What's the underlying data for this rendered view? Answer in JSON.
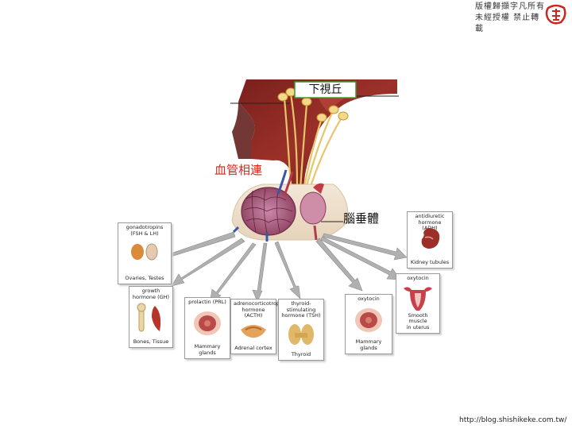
{
  "watermark": {
    "line1": "版權歸擷字凡所有",
    "line2": "未經授權 禁止轉載"
  },
  "labels": {
    "hypothalamus": "下視丘",
    "portal_vessels": "血管相連",
    "pituitary": "腦垂體"
  },
  "cards": {
    "gonadotropin": {
      "title_1": "gonadotropins",
      "title_2": "(FSH & LH)",
      "foot": "Ovaries, Testes"
    },
    "growth": {
      "title_1": "growth",
      "title_2": "hormone (GH)",
      "foot": "Bones, Tissue"
    },
    "prolactin": {
      "title_1": "prolactin (PRL)",
      "foot_1": "Mammary",
      "foot_2": "glands"
    },
    "acth": {
      "title_1": "adrenocorticotropic",
      "title_2": "hormone (ACTH)",
      "foot": "Adrenal cortex"
    },
    "tsh": {
      "title_1": "thyroid-",
      "title_2": "stimulating",
      "title_3": "hormone (TSH)",
      "foot": "Thyroid"
    },
    "oxytocin": {
      "title_1": "oxytocin",
      "foot_1": "Mammary",
      "foot_2": "glands"
    },
    "adh": {
      "title_1": "antidiuretic",
      "title_2": "hormone (ADH)",
      "foot": "Kidney tubules"
    },
    "oxytocin2": {
      "title_1": "oxytocin",
      "foot_1": "Smooth muscle",
      "foot_2": "in uterus"
    }
  },
  "footer": {
    "url": "http://blog.shishikeke.com.tw/"
  },
  "colors": {
    "tissue": "#8b2a24",
    "tissue_light": "#b3473c",
    "label_red": "#d22b1f",
    "box_border": "#3a9a2e",
    "arrow": "#a8a8a8",
    "nerve": "#e8c46a"
  }
}
